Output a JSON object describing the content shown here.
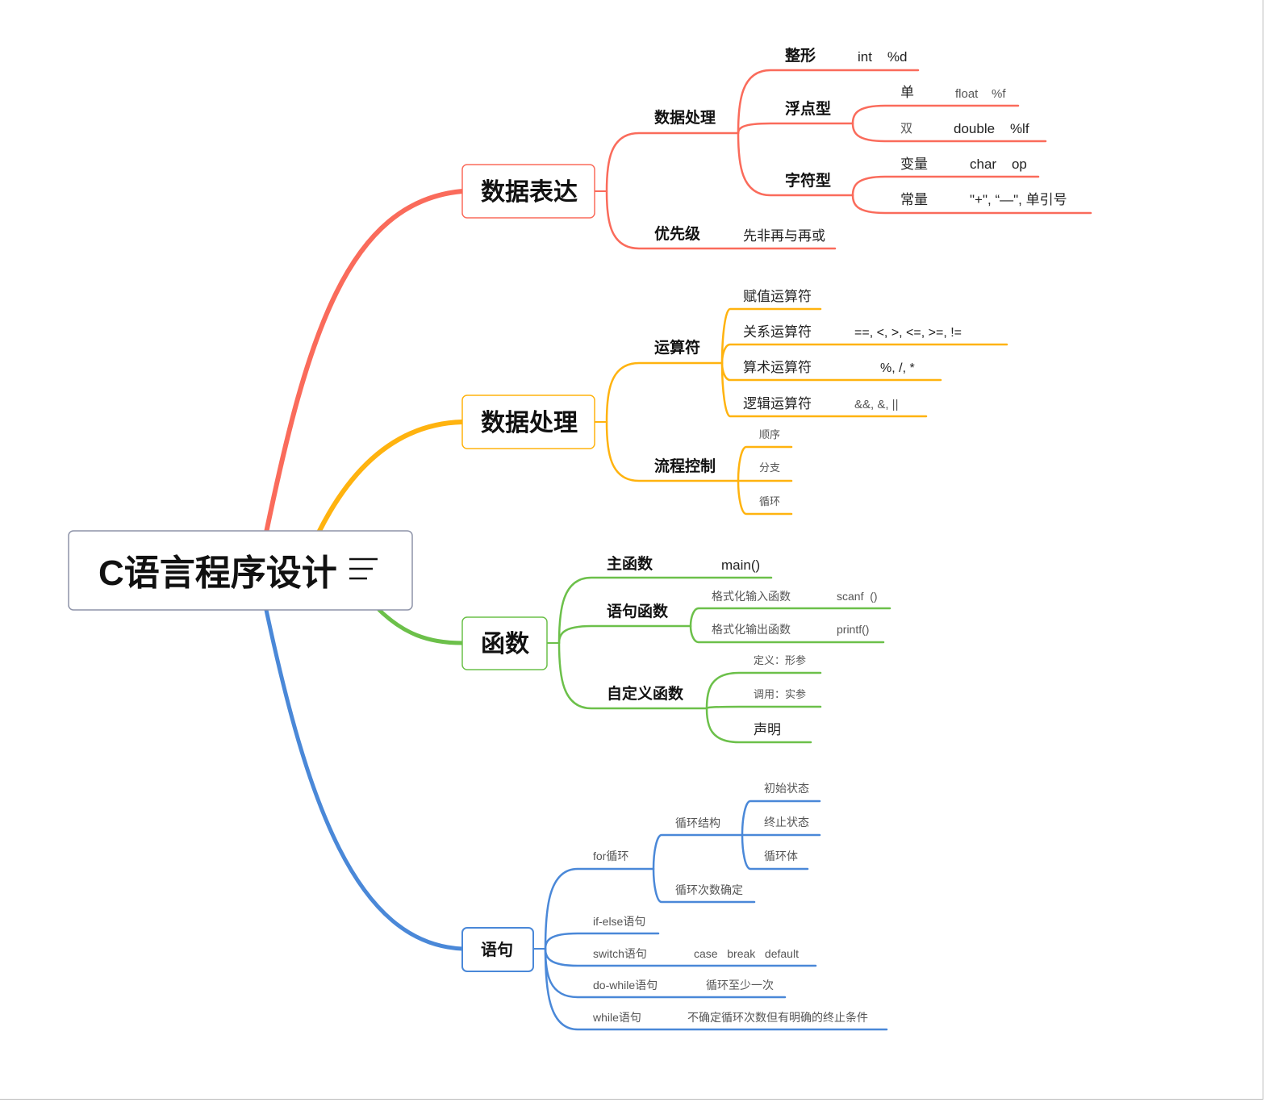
{
  "colors": {
    "red": "#FA6B5B",
    "orange": "#FFB30F",
    "green": "#6CC04A",
    "blue": "#4A88D8",
    "root_border": "#8D93A8"
  },
  "root": {
    "title": "C语言程序设计",
    "icon": "menu-lines-icon"
  },
  "data_expression": {
    "label": "数据表达",
    "data_handling": {
      "label": "数据处理",
      "int": {
        "label": "整形",
        "value": "int    %d"
      },
      "float": {
        "label": "浮点型",
        "single": {
          "label": "单",
          "value": "float    %f"
        },
        "double": {
          "label": "双",
          "value": "double    %lf"
        }
      },
      "char": {
        "label": "字符型",
        "variable": {
          "label": "变量",
          "value": "char    op"
        },
        "constant": {
          "label": "常量",
          "value": "\"+\", “—\", 单引号"
        }
      }
    },
    "priority": {
      "label": "优先级",
      "value": "先非再与再或"
    }
  },
  "data_processing": {
    "label": "数据处理",
    "operators": {
      "label": "运算符",
      "assign": {
        "label": "赋值运算符"
      },
      "relational": {
        "label": "关系运算符",
        "value": "==, <, >, <=, >=, !="
      },
      "arithmetic": {
        "label": "算术运算符",
        "value": "%, /, *"
      },
      "logical": {
        "label": "逻辑运算符",
        "value": "&&, &, ||"
      }
    },
    "flow": {
      "label": "流程控制",
      "items": [
        "顺序",
        "分支",
        "循环"
      ]
    }
  },
  "functions": {
    "label": "函数",
    "main": {
      "label": "主函数",
      "value": "main()"
    },
    "statement": {
      "label": "语句函数",
      "input": {
        "label": "格式化输入函数",
        "value": "scanf  ()"
      },
      "output": {
        "label": "格式化输出函数",
        "value": "printf()"
      }
    },
    "custom": {
      "label": "自定义函数",
      "items": [
        "定义：形参",
        "调用：实参",
        "声明"
      ]
    }
  },
  "statements": {
    "label": "语句",
    "for": {
      "label": "for循环",
      "structure": {
        "label": "循环结构",
        "items": [
          "初始状态",
          "终止状态",
          "循环体"
        ]
      },
      "count": {
        "label": "循环次数确定"
      }
    },
    "if_else": {
      "label": "if-else语句"
    },
    "switch": {
      "label": "switch语句",
      "value": "case   break   default"
    },
    "do_while": {
      "label": "do-while语句",
      "value": "循环至少一次"
    },
    "while": {
      "label": "while语句",
      "value": "不确定循环次数但有明确的终止条件"
    }
  }
}
